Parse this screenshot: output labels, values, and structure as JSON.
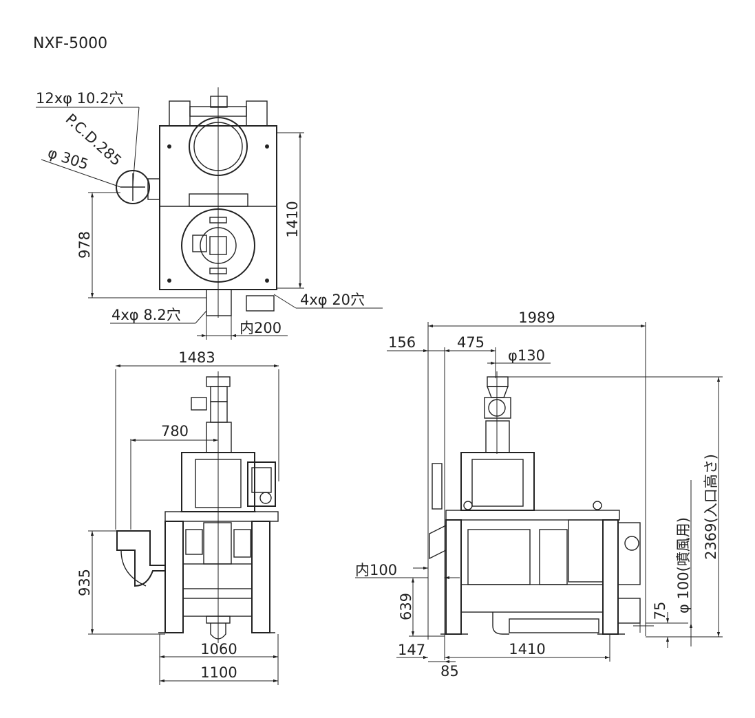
{
  "title": "NXF-5000",
  "top_view": {
    "bolt_holes_flange": "12xφ 10.2穴",
    "pcd": "P.C.D.285",
    "flange_dia": "φ 305",
    "height_inlet": "978",
    "length": "1410",
    "holes_outlet": "4xφ 8.2穴",
    "inner_outlet": "内200",
    "holes_base": "4xφ 20穴"
  },
  "front_view": {
    "overall_width": "1483",
    "inlet_offset": "780",
    "inlet_height": "935",
    "frame_inner": "1060",
    "frame_outer": "1100"
  },
  "side_view": {
    "overall_length": "1989",
    "offset_156": "156",
    "offset_475": "475",
    "hopper_dia": "φ130",
    "pipe_inner": "内100",
    "pipe_height": "639",
    "offset_147": "147",
    "offset_85": "85",
    "frame_length": "1410",
    "blow_height": "φ 100(噴風用)",
    "inlet_height_total": "2369(入口高さ)",
    "base_75": "75"
  }
}
